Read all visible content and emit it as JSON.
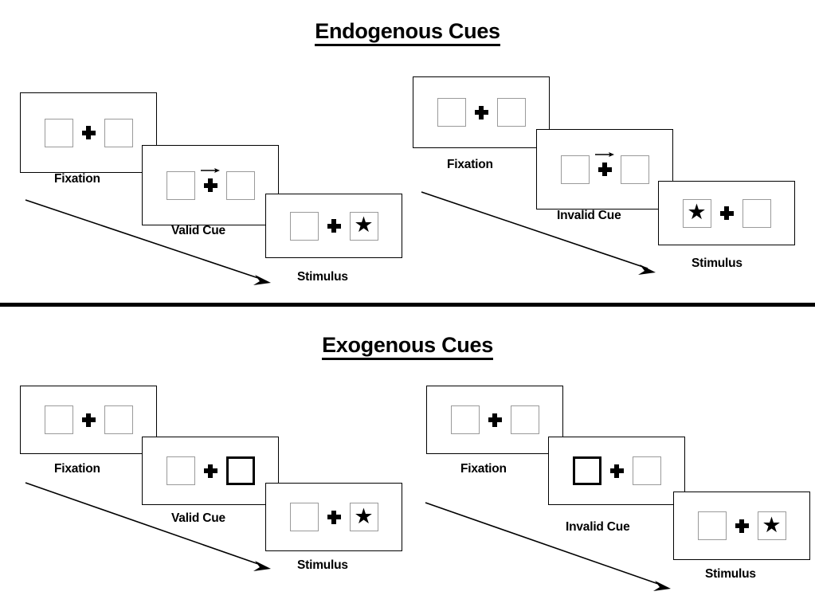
{
  "figure": {
    "title_top": "Endogenous Cues",
    "title_bottom": "Exogenous Cues",
    "divider_color": "#000000",
    "panel_border_color": "#000000",
    "box_border_color": "#9a9a9a",
    "cued_box_border_color": "#000000",
    "fixation_symbol": "plus",
    "stimulus_symbol": "star",
    "cue_symbol_endogenous": "right-arrow",
    "cue_symbol_exogenous": "thick-box-outline",
    "background": "#ffffff"
  },
  "sections": [
    {
      "id": "endogenous",
      "title": "Endogenous Cues",
      "sequences": [
        {
          "id": "endogenous-valid",
          "panels": [
            {
              "caption": "Fixation",
              "left_content": "empty",
              "right_content": "empty",
              "cue": "none",
              "cued_side": "none"
            },
            {
              "caption": "Valid Cue",
              "left_content": "empty",
              "right_content": "empty",
              "cue": "arrow-right",
              "cued_side": "right"
            },
            {
              "caption": "Stimulus",
              "left_content": "empty",
              "right_content": "star",
              "cue": "none",
              "cued_side": "none"
            }
          ]
        },
        {
          "id": "endogenous-invalid",
          "panels": [
            {
              "caption": "Fixation",
              "left_content": "empty",
              "right_content": "empty",
              "cue": "none",
              "cued_side": "none"
            },
            {
              "caption": "Invalid Cue",
              "left_content": "empty",
              "right_content": "empty",
              "cue": "arrow-right",
              "cued_side": "right"
            },
            {
              "caption": "Stimulus",
              "left_content": "star",
              "right_content": "empty",
              "cue": "none",
              "cued_side": "none"
            }
          ]
        }
      ]
    },
    {
      "id": "exogenous",
      "title": "Exogenous Cues",
      "sequences": [
        {
          "id": "exogenous-valid",
          "panels": [
            {
              "caption": "Fixation",
              "left_content": "empty",
              "right_content": "empty",
              "cue": "none",
              "cued_side": "none"
            },
            {
              "caption": "Valid Cue",
              "left_content": "empty",
              "right_content": "empty",
              "cue": "box-highlight",
              "cued_side": "right"
            },
            {
              "caption": "Stimulus",
              "left_content": "empty",
              "right_content": "star",
              "cue": "none",
              "cued_side": "none"
            }
          ]
        },
        {
          "id": "exogenous-invalid",
          "panels": [
            {
              "caption": "Fixation",
              "left_content": "empty",
              "right_content": "empty",
              "cue": "none",
              "cued_side": "none"
            },
            {
              "caption": "Invalid Cue",
              "left_content": "empty",
              "right_content": "empty",
              "cue": "box-highlight",
              "cued_side": "left"
            },
            {
              "caption": "Stimulus",
              "left_content": "empty",
              "right_content": "star",
              "cue": "none",
              "cued_side": "none"
            }
          ]
        }
      ]
    }
  ],
  "glyphs": {
    "star": "★"
  }
}
